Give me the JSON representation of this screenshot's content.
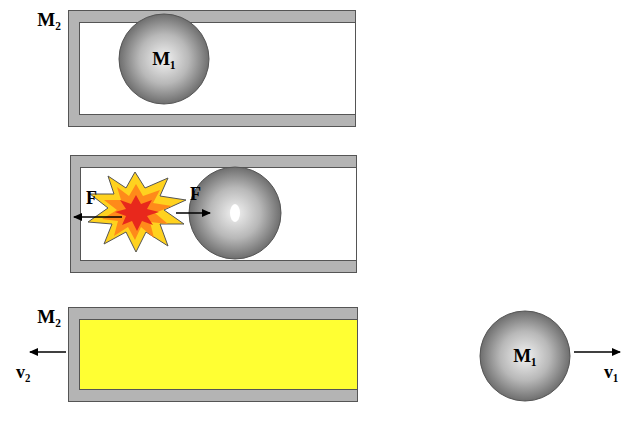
{
  "diagram": {
    "nodes": [
      {
        "text": [
          "M₂"
        ]
      },
      {
        "text": [
          "M₁"
        ],
        "in": 0
      },
      {
        "text": [
          "M₂"
        ]
      },
      {
        "text": [
          "M₁"
        ]
      }
    ],
    "labels": [
      "F",
      "F",
      "v₂",
      "v₁"
    ]
  }
}
